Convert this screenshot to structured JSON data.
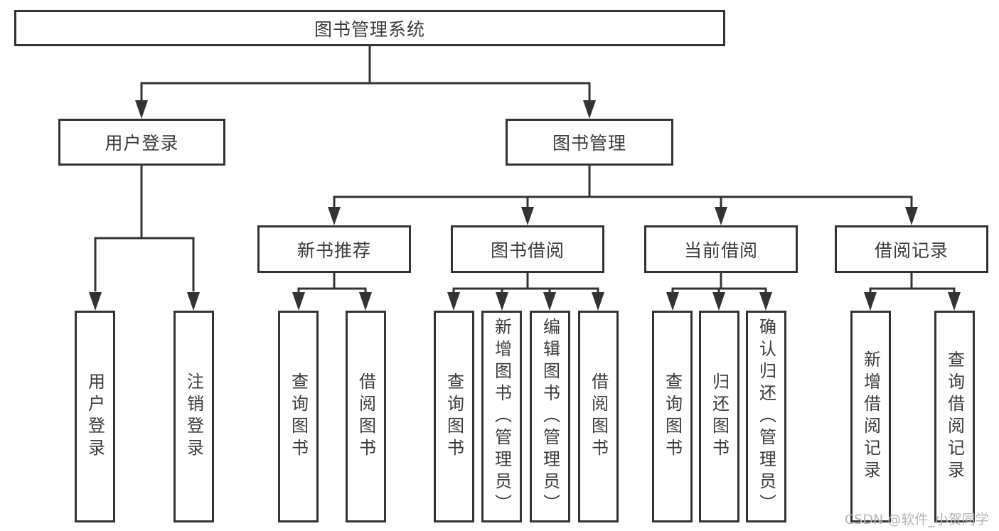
{
  "diagram": {
    "root": {
      "label": "图书管理系统"
    },
    "level2": [
      {
        "label": "用户登录"
      },
      {
        "label": "图书管理"
      }
    ],
    "level3": [
      {
        "label": "新书推荐"
      },
      {
        "label": "图书借阅"
      },
      {
        "label": "当前借阅"
      },
      {
        "label": "借阅记录"
      }
    ],
    "leaves": {
      "user_login": [
        {
          "label": "用户登录"
        },
        {
          "label": "注销登录"
        }
      ],
      "new_book_recommend": [
        {
          "label": "查询图书"
        },
        {
          "label": "借阅图书"
        }
      ],
      "book_borrow": [
        {
          "label": "查询图书"
        },
        {
          "label": "新增图书（管理员）"
        },
        {
          "label": "编辑图书（管理员）"
        },
        {
          "label": "借阅图书"
        }
      ],
      "current_borrow": [
        {
          "label": "查询图书"
        },
        {
          "label": "归还图书"
        },
        {
          "label": "确认归还（管理员）"
        }
      ],
      "borrow_records": [
        {
          "label": "新增借阅记录"
        },
        {
          "label": "查询借阅记录"
        }
      ]
    },
    "watermark": "CSDN @软件_小贺同学",
    "colors": {
      "line": "#333333",
      "box_border": "#333333",
      "text": "#3b3b3b",
      "watermark": "#b4b4b4",
      "background": "#ffffff"
    }
  }
}
